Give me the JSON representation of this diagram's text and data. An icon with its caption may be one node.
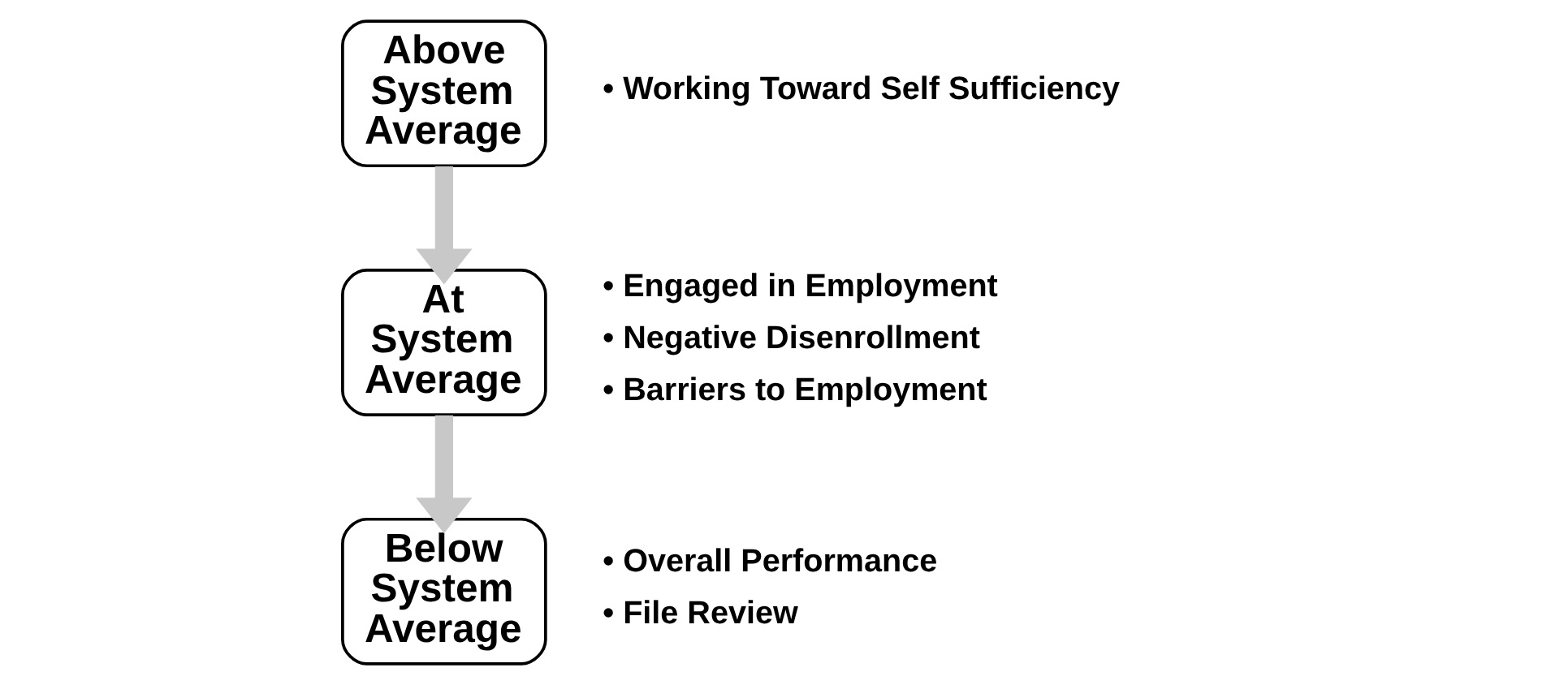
{
  "diagram": {
    "nodes": [
      {
        "text": [
          "Above System Average"
        ],
        "beside": [
          "• Working Toward Self Sufficiency"
        ]
      },
      {
        "text": [
          "At System Average"
        ],
        "beside": [
          "• Engaged in Employment",
          "• Negative Disenrollment",
          "• Barriers to Employment"
        ]
      },
      {
        "text": [
          "Below System Average"
        ],
        "beside": [
          "• Overall Performance",
          "• File Review"
        ]
      }
    ],
    "edges": [
      {
        "from": 0,
        "to": 1,
        "arrow": "to"
      },
      {
        "from": 1,
        "to": 2,
        "arrow": "to"
      }
    ]
  }
}
